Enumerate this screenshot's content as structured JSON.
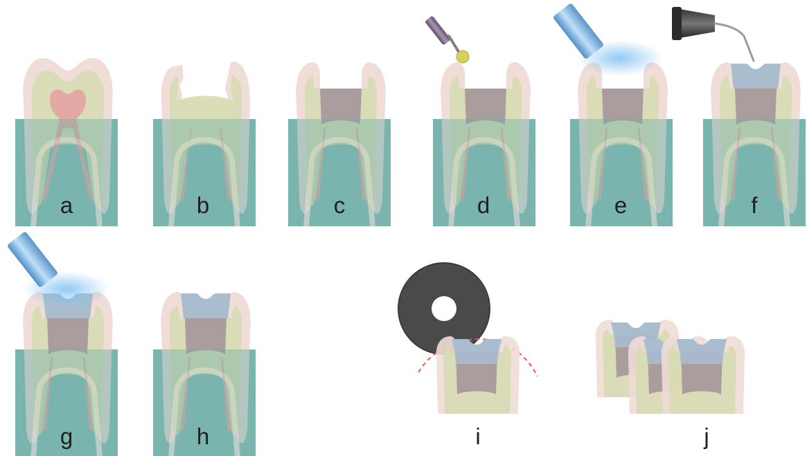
{
  "panels": [
    {
      "id": "a",
      "label": "a",
      "stage": "intact"
    },
    {
      "id": "b",
      "label": "b",
      "stage": "fractured"
    },
    {
      "id": "c",
      "label": "c",
      "stage": "prepared"
    },
    {
      "id": "d",
      "label": "d",
      "stage": "prepared",
      "tool": "applicator-brush"
    },
    {
      "id": "e",
      "label": "e",
      "stage": "prepared",
      "tool": "curing-light"
    },
    {
      "id": "f",
      "label": "f",
      "stage": "filled",
      "tool": "dispensing-tip"
    },
    {
      "id": "g",
      "label": "g",
      "stage": "filled",
      "tool": "curing-light"
    },
    {
      "id": "h",
      "label": "h",
      "stage": "filled"
    },
    {
      "id": "i",
      "label": "i",
      "stage": "sectioning",
      "tool": "cutting-disc"
    },
    {
      "id": "j",
      "label": "j",
      "stage": "slices"
    }
  ],
  "colors": {
    "bone": "#6faea7",
    "enamel": "#efdcd6",
    "dentin": "#d6dcb0",
    "pulp": "#e7a3a3",
    "restoration": "#a9bdcf",
    "prep_core": "#ab9d9e",
    "periodontal": "#d2d4d2",
    "curing_glow": "#8fc8f2",
    "cut_line": "#e35a4c"
  }
}
